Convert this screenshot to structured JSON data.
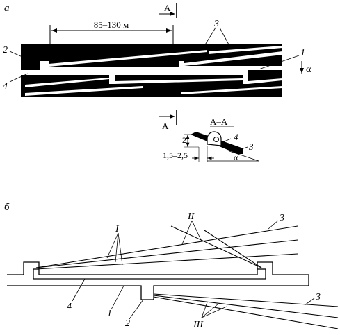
{
  "panel_a": {
    "label": "а",
    "dimension": "85–130 м",
    "section_mark": "А",
    "section_title": "А–А",
    "callout_1": "1",
    "callout_2": "2",
    "callout_3": "3",
    "callout_4": "4",
    "dip_symbol": "α",
    "detail": {
      "dim_vertical": "2",
      "dim_horizontal": "1,5–2,5",
      "callout_4": "4",
      "callout_3": "3",
      "angle": "α"
    }
  },
  "panel_b": {
    "label": "б",
    "group_I": "I",
    "group_II": "II",
    "group_III": "III",
    "callout_1": "1",
    "callout_2": "2",
    "callout_3_upper": "3",
    "callout_3_lower": "3",
    "callout_4": "4"
  }
}
